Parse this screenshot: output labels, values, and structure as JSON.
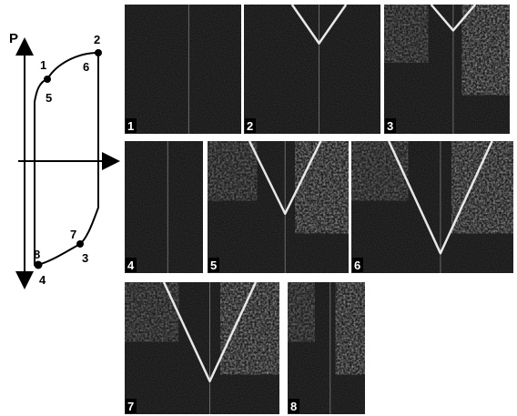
{
  "loop_diagram": {
    "axis_label": "P",
    "points": [
      {
        "id": "p1",
        "label": "1"
      },
      {
        "id": "p2",
        "label": "2"
      },
      {
        "id": "p3",
        "label": "3"
      },
      {
        "id": "p4",
        "label": "4"
      },
      {
        "id": "p5",
        "label": "5"
      },
      {
        "id": "p6",
        "label": "6"
      },
      {
        "id": "p7",
        "label": "7"
      },
      {
        "id": "p8",
        "label": "8"
      }
    ]
  },
  "panels": [
    {
      "label": "1",
      "has_wall": false,
      "wall_depth": 0,
      "bright_right": false
    },
    {
      "label": "2",
      "has_wall": true,
      "wall_depth": 0.3,
      "bright_right": false
    },
    {
      "label": "3",
      "has_wall": true,
      "wall_depth": 0.2,
      "bright_right": true
    },
    {
      "label": "4",
      "has_wall": false,
      "wall_depth": 0,
      "bright_right": false
    },
    {
      "label": "5",
      "has_wall": true,
      "wall_depth": 0.55,
      "bright_right": true
    },
    {
      "label": "6",
      "has_wall": true,
      "wall_depth": 0.85,
      "bright_right": true
    },
    {
      "label": "7",
      "has_wall": true,
      "wall_depth": 0.75,
      "bright_right": true
    },
    {
      "label": "8",
      "has_wall": false,
      "wall_depth": 0,
      "bright_right": true
    }
  ],
  "colors": {
    "panel_bg": "#0b0b0b",
    "wall": "#e8e8e8",
    "ink": "#000000",
    "tag": "#ffffff"
  }
}
